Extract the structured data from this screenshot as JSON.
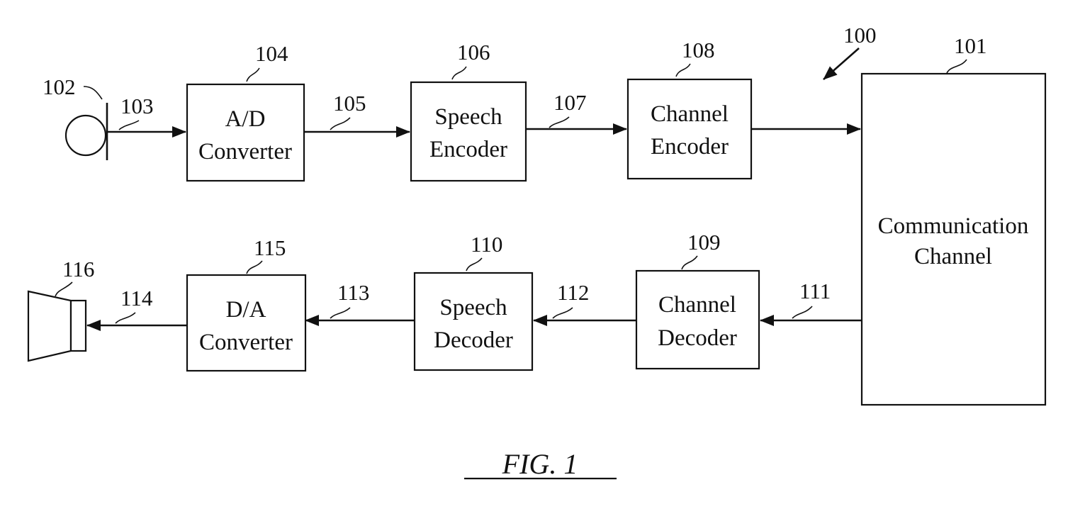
{
  "diagram": {
    "system_ref": "100",
    "figure_label": "FIG. 1",
    "blocks": {
      "ad_converter": {
        "ref": "104",
        "line1": "A/D",
        "line2": "Converter"
      },
      "speech_encoder": {
        "ref": "106",
        "line1": "Speech",
        "line2": "Encoder"
      },
      "channel_encoder": {
        "ref": "108",
        "line1": "Channel",
        "line2": "Encoder"
      },
      "communication_channel": {
        "ref": "101",
        "line1": "Communication",
        "line2": "Channel"
      },
      "channel_decoder": {
        "ref": "109",
        "line1": "Channel",
        "line2": "Decoder"
      },
      "speech_decoder": {
        "ref": "110",
        "line1": "Speech",
        "line2": "Decoder"
      },
      "da_converter": {
        "ref": "115",
        "line1": "D/A",
        "line2": "Converter"
      }
    },
    "devices": {
      "microphone": {
        "ref": "102"
      },
      "speaker": {
        "ref": "116"
      }
    },
    "signals": {
      "s103": "103",
      "s105": "105",
      "s107": "107",
      "s111": "111",
      "s112": "112",
      "s113": "113",
      "s114": "114"
    }
  }
}
